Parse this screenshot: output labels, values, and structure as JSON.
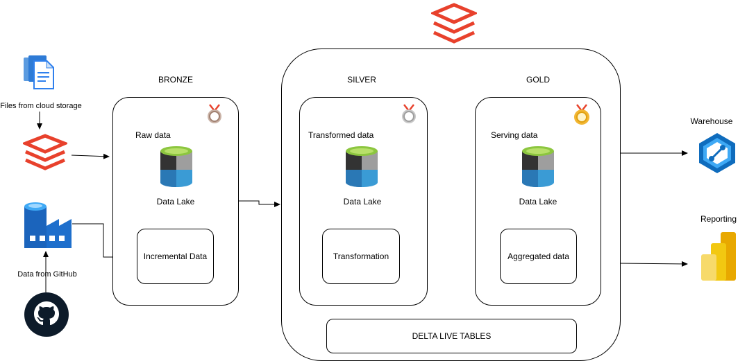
{
  "sources": {
    "cloud_storage_label": "Files from cloud storage",
    "github_label": "Data from GitHub"
  },
  "bronze": {
    "title": "BRONZE",
    "subtitle": "Raw data",
    "store_label": "Data Lake",
    "inner_label": "Incremental Data"
  },
  "silver": {
    "title": "SILVER",
    "subtitle": "Transformed data",
    "store_label": "Data Lake",
    "inner_label": "Transformation"
  },
  "gold": {
    "title": "GOLD",
    "subtitle": "Serving data",
    "store_label": "Data Lake",
    "inner_label": "Aggregated data"
  },
  "platform": {
    "footer_label": "DELTA LIVE TABLES"
  },
  "outputs": {
    "warehouse_label": "Warehouse",
    "reporting_label": "Reporting"
  },
  "colors": {
    "databricks_red": "#E8412C",
    "bronze_medal": "#A08070",
    "silver_medal": "#9E9E9E",
    "gold_medal": "#F2B632",
    "lake_green": "#8CC63F",
    "lake_blue": "#3A9BD5",
    "azure_blue": "#0078D4",
    "powerbi_yellow": "#F2C811"
  }
}
